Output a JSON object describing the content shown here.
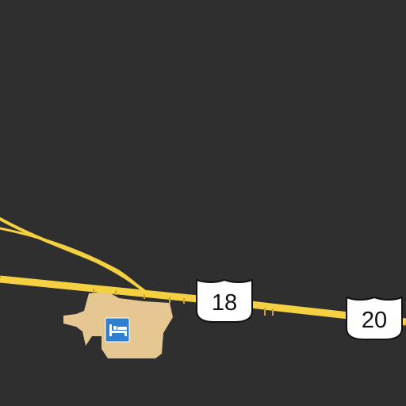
{
  "map": {
    "colors": {
      "background": "#2f2f2f",
      "highway": "#f5d142",
      "highway_casing": "#caa52b",
      "landuse": "#e6c792",
      "poi_badge": "#2f7fd0",
      "shield_fill": "#ffffff",
      "shield_outline": "#111111"
    },
    "route_shields": [
      {
        "network": "US",
        "ref": "18"
      },
      {
        "network": "US",
        "ref": "20"
      }
    ],
    "poi": {
      "type": "lodging",
      "icon": "bed-icon"
    }
  }
}
